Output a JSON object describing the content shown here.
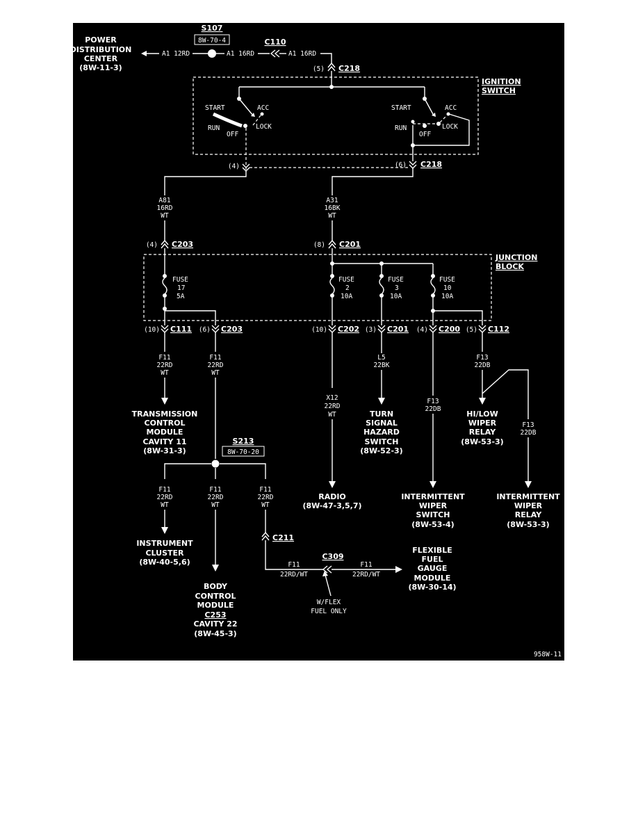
{
  "diagram": {
    "figure_id": "958W-11",
    "power_source": {
      "lines": [
        "POWER",
        "DISTRIBUTION",
        "CENTER",
        "(8W-11-3)"
      ]
    },
    "splices": {
      "s107": {
        "name": "S107",
        "ref": "8W-70-4"
      },
      "s213": {
        "name": "S213",
        "ref": "8W-70-20"
      }
    },
    "connectors": {
      "c110": "C110",
      "c218": "C218",
      "c203": "C203",
      "c201": "C201",
      "c111": "C111",
      "c202": "C202",
      "c200": "C200",
      "c112": "C112",
      "c211": "C211",
      "c309": "C309"
    },
    "wires": {
      "a1_12rd": "A1 12RD",
      "a1_16rd_a": "A1 16RD",
      "a1_16rd_b": "A1 16RD",
      "a81": [
        "A81",
        "16RD",
        "WT"
      ],
      "a31": [
        "A31",
        "16BK",
        "WT"
      ],
      "f11_tcm": [
        "F11",
        "22RD",
        "WT"
      ],
      "f11_s213": [
        "F11",
        "22RD",
        "WT"
      ],
      "x12": [
        "X12",
        "22RD",
        "WT"
      ],
      "l5": [
        "L5",
        "22BK"
      ],
      "f13_200": [
        "F13",
        "22DB"
      ],
      "f13_112": [
        "F13",
        "22DB"
      ],
      "f13_relay": [
        "F13",
        "22DB"
      ],
      "f11_ic": [
        "F11",
        "22RD",
        "WT"
      ],
      "f11_bcm": [
        "F11",
        "22RD",
        "WT"
      ],
      "f11_c211": [
        "F11",
        "22RD",
        "WT"
      ],
      "f11_rdwt_a": [
        "F11",
        "22RD/WT"
      ],
      "f11_rdwt_b": [
        "F11",
        "22RD/WT"
      ]
    },
    "pins": {
      "c218_5": "(5)",
      "c218_4": "(4)",
      "c218_6": "(6)",
      "c203_4": "(4)",
      "c201_8": "(8)",
      "c111_10": "(10)",
      "c203_6": "(6)",
      "c202_10": "(10)",
      "c201_3": "(3)",
      "c200_4": "(4)",
      "c112_5": "(5)"
    },
    "ignition_switch": {
      "title": [
        "IGNITION",
        "SWITCH"
      ],
      "left": {
        "start": "START",
        "acc": "ACC",
        "run": "RUN",
        "lock": "LOCK",
        "off": "OFF"
      },
      "right": {
        "start": "START",
        "acc": "ACC",
        "run": "RUN",
        "lock": "LOCK",
        "off": "OFF"
      }
    },
    "junction_block": {
      "title": [
        "JUNCTION",
        "BLOCK"
      ],
      "fuses": [
        {
          "label": "FUSE",
          "number": "17",
          "rating": "5A"
        },
        {
          "label": "FUSE",
          "number": "2",
          "rating": "10A"
        },
        {
          "label": "FUSE",
          "number": "3",
          "rating": "10A"
        },
        {
          "label": "FUSE",
          "number": "10",
          "rating": "10A"
        }
      ]
    },
    "destinations": {
      "tcm": [
        "TRANSMISSION",
        "CONTROL",
        "MODULE",
        "CAVITY 11",
        "(8W-31-3)"
      ],
      "radio": [
        "RADIO",
        "(8W-47-3,5,7)"
      ],
      "turn_signal": [
        "TURN",
        "SIGNAL",
        "HAZARD",
        "SWITCH",
        "(8W-52-3)"
      ],
      "hilow_relay": [
        "HI/LOW",
        "WIPER",
        "RELAY",
        "(8W-53-3)"
      ],
      "int_wiper_switch": [
        "INTERMITTENT",
        "WIPER",
        "SWITCH",
        "(8W-53-4)"
      ],
      "int_wiper_relay": [
        "INTERMITTENT",
        "WIPER",
        "RELAY",
        "(8W-53-3)"
      ],
      "instrument_cluster": [
        "INSTRUMENT",
        "CLUSTER",
        "(8W-40-5,6)"
      ],
      "bcm": [
        "BODY",
        "CONTROL",
        "MODULE",
        "C253",
        "CAVITY 22",
        "(8W-45-3)"
      ],
      "flex_fuel": [
        "FLEXIBLE",
        "FUEL",
        "GAUGE",
        "MODULE",
        "(8W-30-14)"
      ]
    },
    "notes": {
      "wflex": [
        "W/FLEX",
        "FUEL ONLY"
      ]
    }
  }
}
